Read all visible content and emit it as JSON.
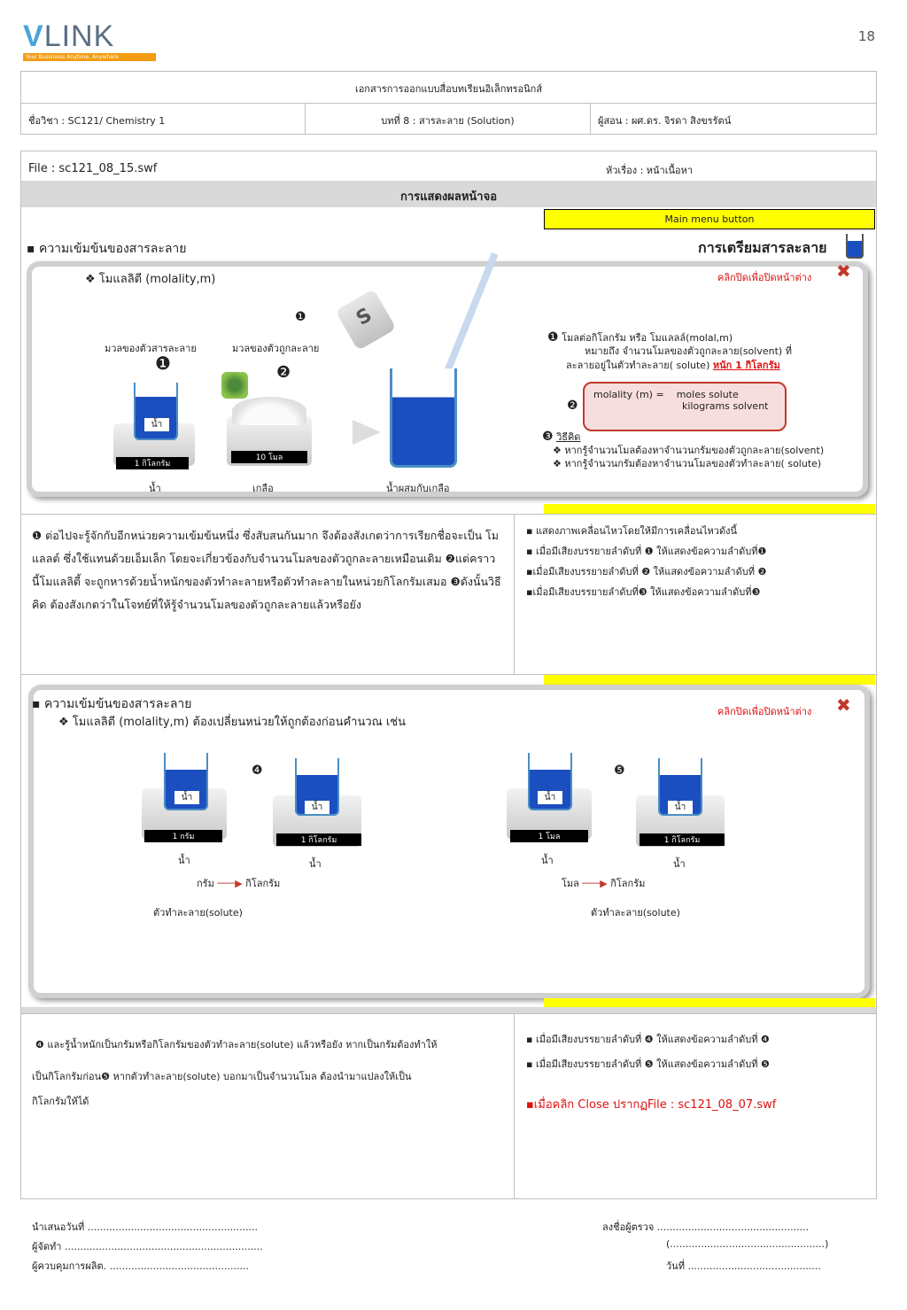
{
  "page_number": "18",
  "logo": {
    "text": "LINK",
    "v": "V",
    "tagline": "Your Bussiness Anytime, Anywhere"
  },
  "header": {
    "doc_title": "เอกสารการออกแบบสื่อบทเรียนอิเล็กทรอนิกส์",
    "course": "ชื่อวิชา :  SC121/ Chemistry 1",
    "chapter": "บทที่  8  :  สารละลาย (Solution)",
    "instructor": "ผู้สอน :  ผศ.ดร. จิรดา   สิงขรรัตน์"
  },
  "file_row": {
    "file": "File : sc121_08_15.swf",
    "topic": "หัวเรื่อง :   หน้าเนื้อหา"
  },
  "display_title": "การแสดงผลหน้าจอ",
  "main_menu_button": "Main menu button",
  "panel1": {
    "heading": "ความเข้มข้นของสารละลาย",
    "right_heading": "การเตรียมสารละลาย",
    "sub": "โมแลลิตี (molality,m)",
    "close_text": "คลิกปิดเพื่อปิดหน้าต่าง",
    "label_mass_solvent": "มวลของตัวสารละลาย",
    "label_mass_solute": "มวลของตัวถูกละลาย",
    "beaker_water": "น้ำ",
    "scale1": "1 กิโลกรัม",
    "scale2": "10  โมล",
    "cap1": "น้ำ",
    "cap2": "เกลือ",
    "cap3": "น้ำผสมกับเกลือ",
    "shaker_letter": "S",
    "n1": "❶",
    "n2": "❷",
    "n3": "❸",
    "def1": "โมลต่อกิโลกรัม  หรือ โมแลลล์(molal,m)",
    "def2": "หมายถึง จำนวนโมลของตัวถูกละลาย(solvent) ที่",
    "def3": "ละลายอยู่ในตัวทำละลาย( solute)",
    "def3_u": "หนัก 1 กิโลกรัม",
    "formula_left": "molality (m) =",
    "formula_top": "moles solute",
    "formula_bot": "kilograms solvent",
    "method": "วิธีคิด",
    "tip1": "หากรู้จำนวนโมลต้องหาจำนวนกรัมของตัวถูกละลาย(solvent)",
    "tip2": "หากรู้จำนวนกรัมต้องหาจำนวนโมลของตัวทำละลาย( solute)"
  },
  "narration1": {
    "text": "❶ ต่อไปจะรู้จักกับอีกหน่วยความเข้มข้นหนึ่ง  ซึ่งสับสนกันมาก  จึงต้องสังเกตว่าการเรียกชื่อจะเป็น โมแลลต์ ซึ่งใช้แทนด้วยเอ็มเล็ก  โดยจะเกี่ยวข้องกับจำนวนโมลของตัวถูกละลายเหมือนเดิม  ❷แต่คราวนี้โมแลลิตี้  จะถูกหารด้วยน้ำหนักของตัวทำละลายหรือตัวทำละลายในหน่วยกิโลกรัมเสมอ  ❸ดังนั้นวิธีคิด ต้องสังเกตว่าในโจทย์ที่ให้รู้จำนวนโมลของตัวถูกละลายแล้วหรือยัง",
    "notes": [
      "▪ แสดงภาพเคลื่อนไหวโดยให้มีการเคลื่อนไหวดังนี้",
      "▪ เมื่อมีเสียงบรรยายลำดับที่ ❶  ให้แสดงข้อความลำดับที่❶",
      "▪เมื่อมีเสียงบรรยายลำดับที่ ❷ ให้แสดงข้อความลำดับที่ ❷",
      "▪เมื่อมีเสียงบรรยายลำดับที่❸ ให้แสดงข้อความลำดับที่❸"
    ]
  },
  "panel2": {
    "heading": "ความเข้มข้นของสารละลาย",
    "sub": "โมแลลิตี (molality,m)  ต้องเปลี่ยนหน่วยให้ถูกต้องก่อนคำนวณ  เช่น",
    "close_text": "คลิกปิดเพื่อปิดหน้าต่าง",
    "n4": "❹",
    "n5": "❺",
    "water": "น้ำ",
    "s1": "1  กรัม",
    "s2": "1  กิโลกรัม",
    "s3": "1  โมล",
    "s4": "1  กิโลกรัม",
    "conv1_from": "กรัม",
    "conv1_to": "กิโลกรัม",
    "conv2_from": "โมล",
    "conv2_to": "กิโลกรัม",
    "solute1": "ตัวทำละลาย(solute)",
    "solute2": "ตัวทำละลาย(solute)"
  },
  "narration2": {
    "text1": "❹ และรู้น้ำหนักเป็นกรัมหรือกิโลกรัมของตัวทำละลาย(solute) แล้วหรือยัง  หากเป็นกรัมต้องทำให้",
    "text2": "เป็นกิโลกรัมก่อน❺  หากตัวทำละลาย(solute) บอกมาเป็นจำนวนโมล  ต้องนำมาแปลงให้เป็น",
    "text3": "กิโลกรัมให้ได้",
    "notes": [
      "▪ เมื่อมีเสียงบรรยายลำดับที่ ❹ ให้แสดงข้อความลำดับที่ ❹",
      "▪ เมื่อมีเสียงบรรยายลำดับที่ ❺ ให้แสดงข้อความลำดับที่ ❺"
    ],
    "close_note": "▪เมื่อคลิก  Close     ปรากฏFile : sc121_08_07.swf"
  },
  "footer": {
    "submit": "นำเสนอวันที่ .......................................................",
    "maker": "ผู้จัดทำ ................................................................",
    "control": "ผู้ควบคุมการผลิต. .............................................",
    "signer": "ลงชื่อผู้ตรวจ .................................................",
    "paren": "(..................................................)",
    "date": "วันที่ ..........................................."
  }
}
